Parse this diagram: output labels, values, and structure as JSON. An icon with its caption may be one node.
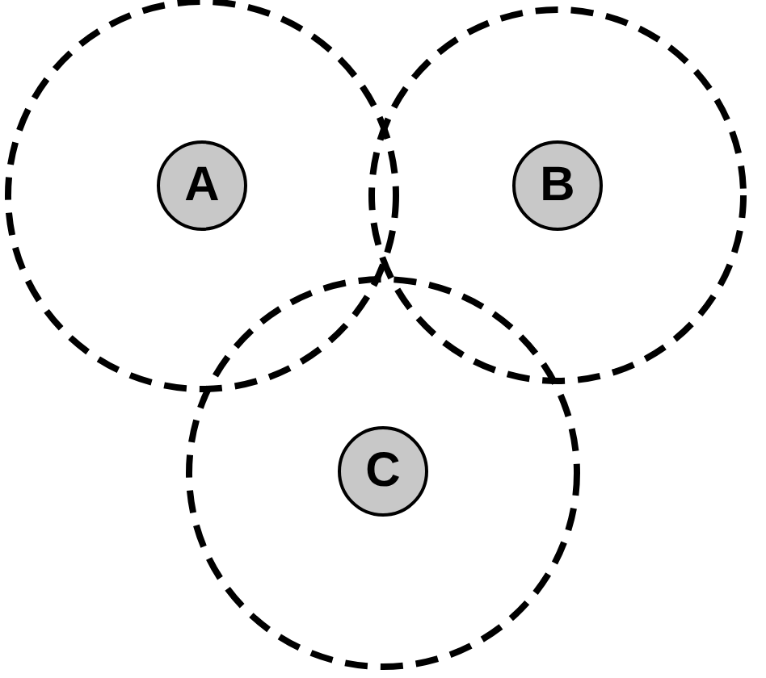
{
  "diagram": {
    "nodes": [
      {
        "text": [],
        "shape": "circle"
      },
      {
        "text": [
          "A"
        ],
        "in": 0
      },
      {
        "text": [],
        "shape": "circle"
      },
      {
        "text": [
          "B"
        ],
        "in": 2
      },
      {
        "text": [],
        "shape": "circle"
      },
      {
        "text": [
          "C"
        ],
        "in": 4
      }
    ]
  }
}
